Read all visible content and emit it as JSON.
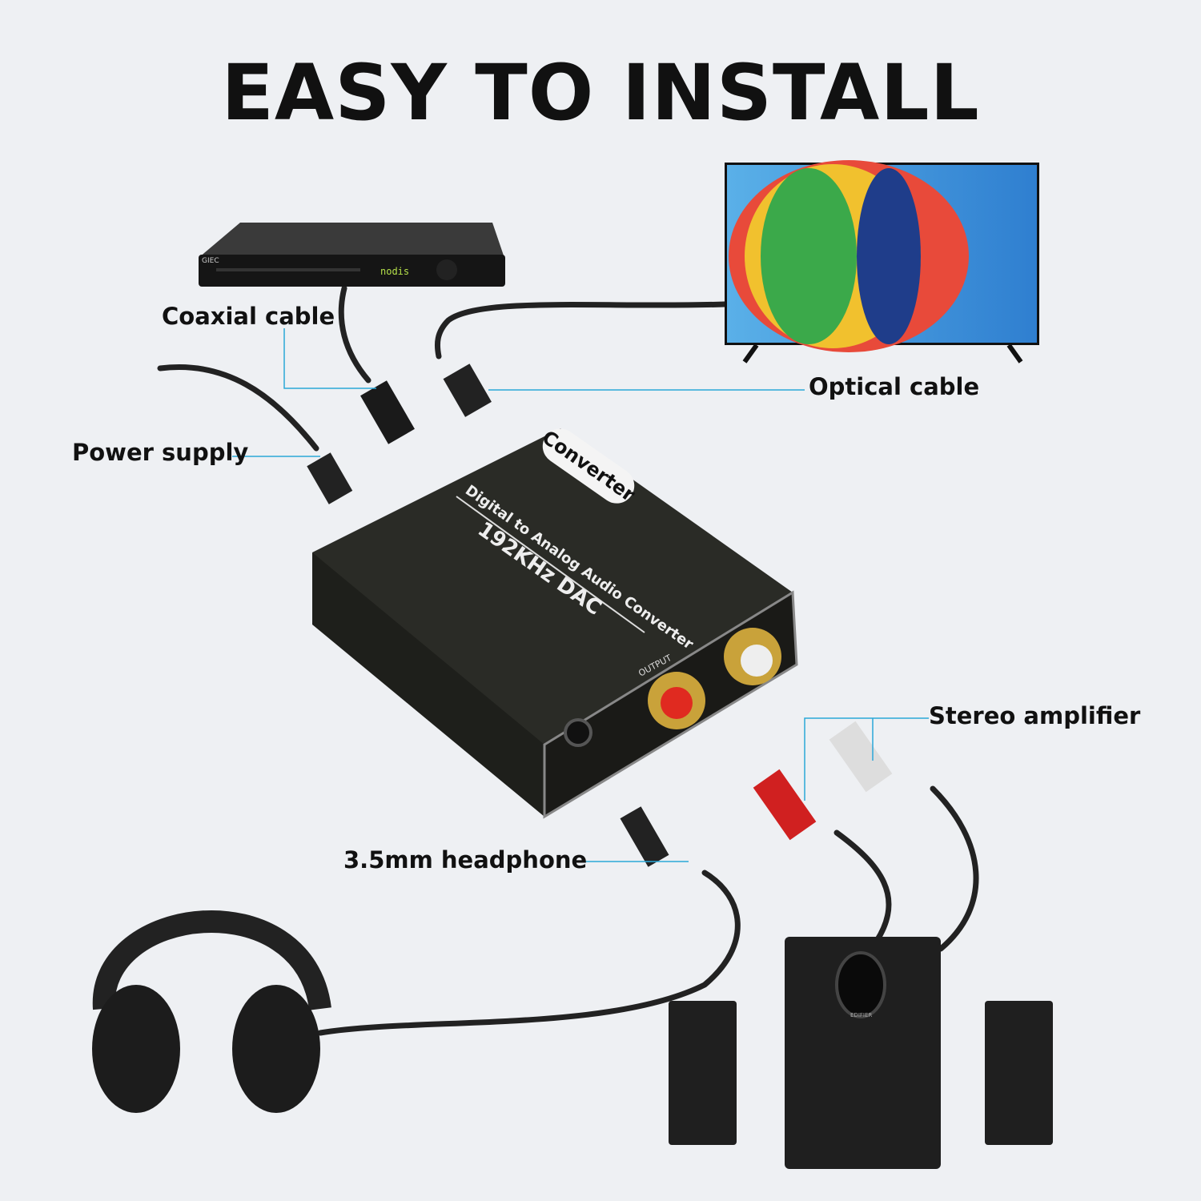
{
  "title": "EASY TO INSTALL",
  "labels": {
    "coaxial": "Coaxial cable",
    "optical": "Optical cable",
    "power": "Power supply",
    "stereo": "Stereo amplifier",
    "headphone": "3.5mm headphone"
  },
  "device": {
    "badge": "Converter",
    "subtitle": "Digital to Analog Audio Converter",
    "spec": "192KHz  DAC",
    "output_label": "OUTPUT"
  },
  "player": {
    "brand": "GIEC",
    "display": "nodis"
  },
  "speaker_brand": "EDIFIER",
  "colors": {
    "leader_line": "#2aa7d8",
    "background": "#eef0f3",
    "device_body": "#2a2b26"
  }
}
